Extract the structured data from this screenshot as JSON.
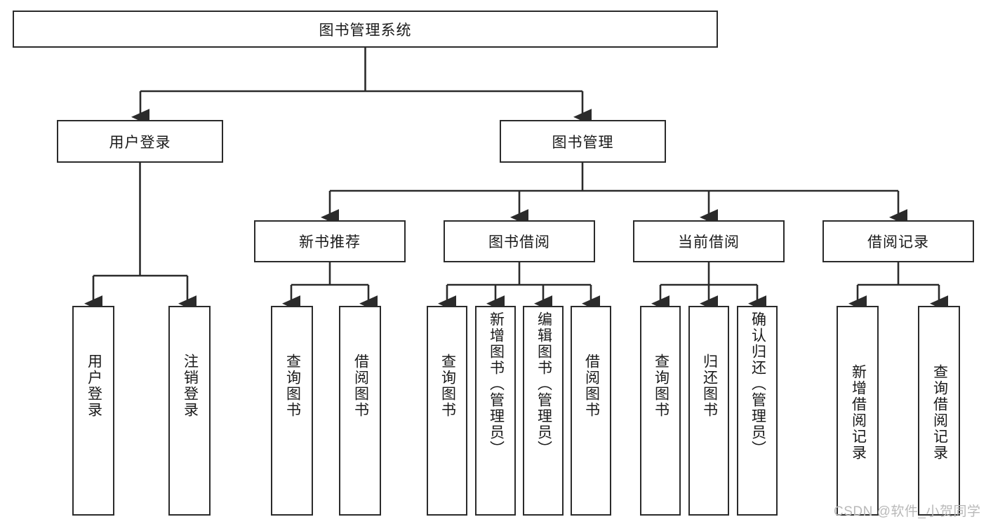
{
  "diagram": {
    "type": "hierarchy-tree",
    "title": "图书管理系统",
    "root": {
      "id": "root",
      "label": "图书管理系统"
    },
    "level2": [
      {
        "id": "user-login",
        "label": "用户登录"
      },
      {
        "id": "book-manage",
        "label": "图书管理"
      }
    ],
    "level3": [
      {
        "id": "new-book-recommend",
        "label": "新书推荐",
        "parent": "book-manage"
      },
      {
        "id": "book-borrow",
        "label": "图书借阅",
        "parent": "book-manage"
      },
      {
        "id": "current-borrow",
        "label": "当前借阅",
        "parent": "book-manage"
      },
      {
        "id": "borrow-record",
        "label": "借阅记录",
        "parent": "book-manage"
      }
    ],
    "leaves": [
      {
        "id": "leaf-user-login",
        "label": "用户登录",
        "parent": "user-login"
      },
      {
        "id": "leaf-logout",
        "label": "注销登录",
        "parent": "user-login"
      },
      {
        "id": "leaf-query-book-1",
        "label": "查询图书",
        "parent": "new-book-recommend"
      },
      {
        "id": "leaf-borrow-book-1",
        "label": "借阅图书",
        "parent": "new-book-recommend"
      },
      {
        "id": "leaf-query-book-2",
        "label": "查询图书",
        "parent": "book-borrow"
      },
      {
        "id": "leaf-add-book",
        "label": "新增图书（管理员）",
        "parent": "book-borrow"
      },
      {
        "id": "leaf-edit-book",
        "label": "编辑图书（管理员）",
        "parent": "book-borrow"
      },
      {
        "id": "leaf-borrow-book-2",
        "label": "借阅图书",
        "parent": "book-borrow"
      },
      {
        "id": "leaf-query-book-3",
        "label": "查询图书",
        "parent": "current-borrow"
      },
      {
        "id": "leaf-return-book",
        "label": "归还图书",
        "parent": "current-borrow"
      },
      {
        "id": "leaf-confirm-return",
        "label": "确认归还（管理员）",
        "parent": "current-borrow"
      },
      {
        "id": "leaf-add-record",
        "label": "新增借阅记录",
        "parent": "borrow-record"
      },
      {
        "id": "leaf-query-record",
        "label": "查询借阅记录",
        "parent": "borrow-record"
      }
    ],
    "colors": {
      "stroke": "#2b2b2b",
      "fill": "#ffffff",
      "text": "#1a1a1a",
      "watermark": "#b9b9b9"
    }
  },
  "watermark": {
    "text": "CSDN @软件_小贺同学"
  }
}
